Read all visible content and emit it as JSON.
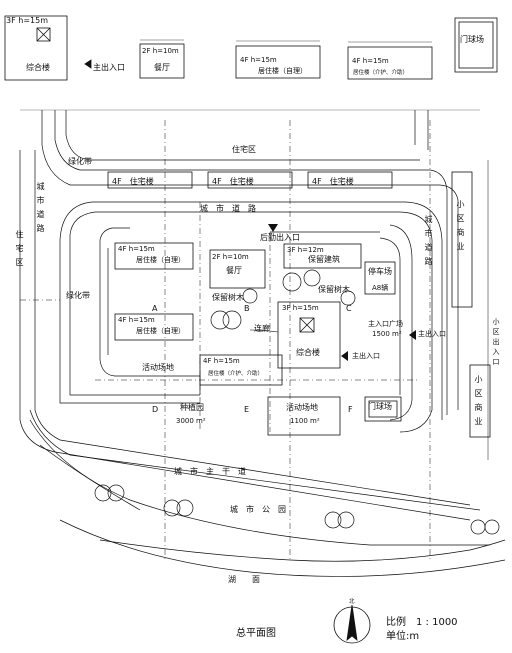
{
  "legend": {
    "complex": {
      "floors": "3F",
      "height": "h=15m",
      "name": "综合楼",
      "entrance": "主出入口"
    },
    "restaurant": {
      "floors": "2F",
      "height": "h=10m",
      "name": "餐厅"
    },
    "housing_self": {
      "floors": "4F",
      "height": "h=15m",
      "name": "居住楼（自理）"
    },
    "housing_care": {
      "floors": "4F",
      "height": "h=15m",
      "name": "居住楼（介护、介助）"
    },
    "court": {
      "name": "门球场"
    }
  },
  "plan": {
    "residential_area": "住宅区",
    "green_belt_top": "绿化带",
    "green_belt_left": "绿化带",
    "residential_left": "住宅区",
    "city_road_top": "城　市　道　路",
    "city_road_left": "城市道路",
    "city_road_right": "城市道路",
    "apartments": [
      {
        "floors": "4F",
        "name": "住宅楼"
      },
      {
        "floors": "4F",
        "name": "住宅楼"
      },
      {
        "floors": "4F",
        "name": "住宅楼"
      }
    ],
    "back_entrance": "后勤出入口",
    "b_restaurant": {
      "floors": "2F",
      "height": "h=10m",
      "name": "餐厅"
    },
    "preserved_building": {
      "floors": "3F",
      "height": "h=12m",
      "name": "保留建筑"
    },
    "parking": {
      "name": "停车场",
      "count": "A8辆"
    },
    "housing_self_top": {
      "floors": "4F",
      "height": "h=15m",
      "name": "居住楼（自理）"
    },
    "housing_self_bottom": {
      "floors": "4F",
      "height": "h=15m",
      "name": "居住楼（自理）"
    },
    "preserved_trees_b": "保留树木",
    "preserved_trees_c": "保留树木",
    "complex_b": {
      "floors": "3F",
      "height": "h=15m",
      "name": "综合楼"
    },
    "corridor": "连廊",
    "plaza": {
      "name": "主入口广场",
      "area": "1500 m²"
    },
    "main_entrance": "主出入口",
    "right_entrance": "主出入口",
    "activity_area": "活动场地",
    "housing_care_b": {
      "floors": "4F",
      "height": "h=15m",
      "name": "居住楼（介护、介助）"
    },
    "garden": {
      "name": "种植园",
      "area": "3000 m²"
    },
    "activity_court": {
      "name": "活动场地",
      "area": "1100 m²"
    },
    "court_b": "门球场",
    "zones": [
      "A",
      "B",
      "C",
      "D",
      "E",
      "F"
    ],
    "community_commerce_top": "小区商业",
    "community_commerce_bottom": "小区商业",
    "community_entrance": "小区出入口",
    "main_road": "城　市　主　干　道",
    "city_park": "城　市　公　园",
    "lake": "湖　　面"
  },
  "footer": {
    "title": "总平面图",
    "north": "北",
    "scale_label": "比例",
    "scale_value": "1 : 1000",
    "unit_label": "单位:",
    "unit_value": "m"
  }
}
